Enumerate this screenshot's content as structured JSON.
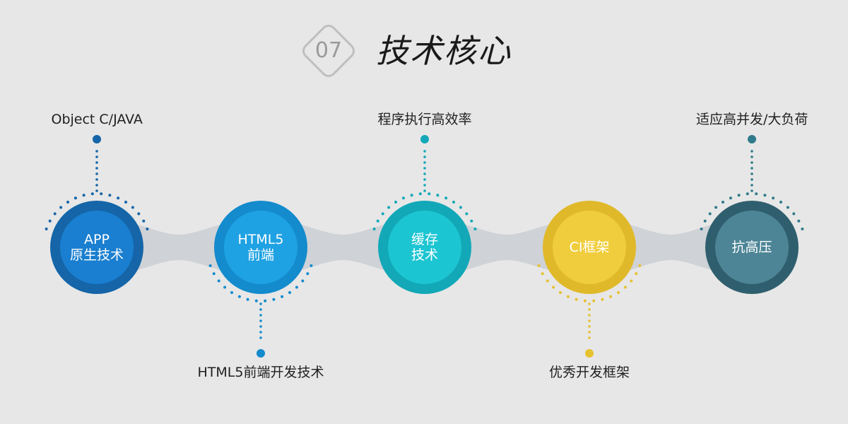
{
  "header": {
    "number": "07",
    "title": "技术核心"
  },
  "nodes": [
    {
      "lines": [
        "APP",
        "原生技术"
      ],
      "caption": "Object C/JAVA",
      "caption_side": "top",
      "outer_color": "#1565a8",
      "inner_color": "#1a7fd0",
      "dot_color": "#1565a8"
    },
    {
      "lines": [
        "HTML5",
        "前端"
      ],
      "caption": "HTML5前端开发技术",
      "caption_side": "bottom",
      "outer_color": "#138bcd",
      "inner_color": "#1fa2e3",
      "dot_color": "#138bcd"
    },
    {
      "lines": [
        "缓存",
        "技术"
      ],
      "caption": "程序执行高效率",
      "caption_side": "top",
      "outer_color": "#12a8b8",
      "inner_color": "#1cc5d2",
      "dot_color": "#12a8b8"
    },
    {
      "lines": [
        "CI框架"
      ],
      "caption": "优秀开发框架",
      "caption_side": "bottom",
      "outer_color": "#e0b92a",
      "inner_color": "#f0cd3c",
      "dot_color": "#e6c130"
    },
    {
      "lines": [
        "抗高压"
      ],
      "caption": "适应高并发/大负荷",
      "caption_side": "top",
      "outer_color": "#2f5f6e",
      "inner_color": "#4d8596",
      "dot_color": "#2f7b8b"
    }
  ],
  "connector_color": "#cfd2d6",
  "badge_color": "#bfbfbf"
}
